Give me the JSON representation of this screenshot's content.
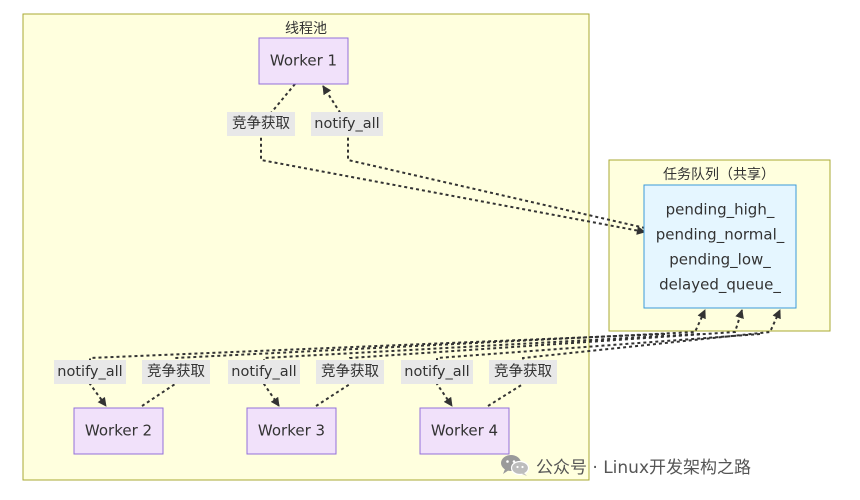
{
  "colors": {
    "cluster_fill": "#FFFFDE",
    "cluster_stroke": "#AAAA33",
    "worker_fill": "#F1E1FA",
    "worker_stroke": "#9370DB",
    "queue_fill": "#E5F6FF",
    "queue_stroke": "#3A9AD9",
    "edge": "#333333",
    "label_bg": "#E8E8E8"
  },
  "clusters": {
    "pool": {
      "title": "线程池"
    },
    "queue": {
      "title": "任务队列（共享）"
    }
  },
  "workers": [
    {
      "id": "w1",
      "label": "Worker 1"
    },
    {
      "id": "w2",
      "label": "Worker 2"
    },
    {
      "id": "w3",
      "label": "Worker 3"
    },
    {
      "id": "w4",
      "label": "Worker 4"
    }
  ],
  "queue_node": {
    "lines": [
      "pending_high_",
      "pending_normal_",
      "pending_low_",
      "delayed_queue_"
    ]
  },
  "edge_labels": {
    "compete": "竞争获取",
    "notify": "notify_all"
  },
  "watermark": {
    "icon": "wechat-icon",
    "text": "公众号 · Linux开发架构之路"
  }
}
